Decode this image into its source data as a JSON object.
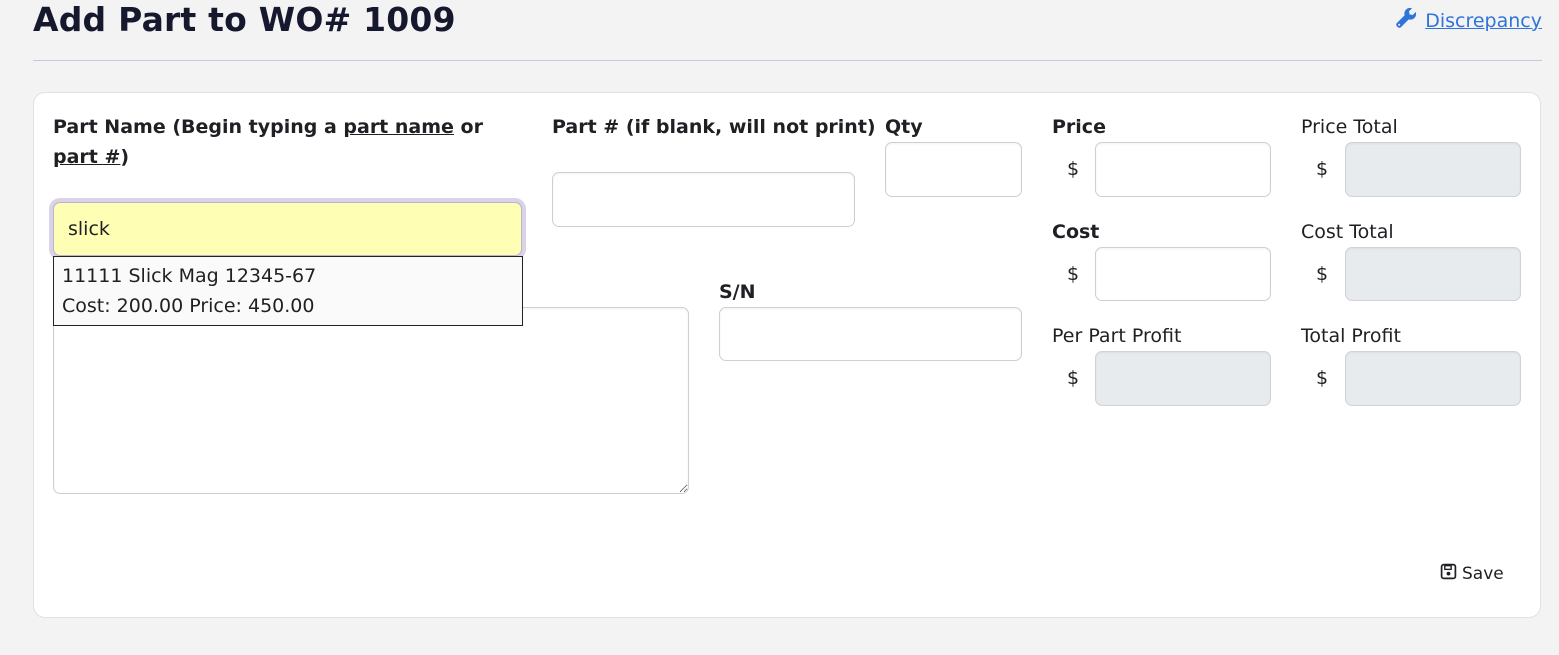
{
  "header": {
    "title": "Add Part to WO# 1009",
    "discrepancy_link": "Discrepancy"
  },
  "form": {
    "part_name": {
      "label_prefix": "Part Name (Begin typing a ",
      "label_link1": "part name",
      "label_mid": " or ",
      "label_link2": "part #",
      "label_suffix": ")",
      "value": "slick",
      "suggestion_line1": "11111 Slick Mag 12345-67",
      "suggestion_line2": "Cost: 200.00 Price: 450.00"
    },
    "part_number": {
      "label": "Part # (if blank, will not print)",
      "value": ""
    },
    "qty": {
      "label": "Qty",
      "value": ""
    },
    "sn": {
      "label": "S/N",
      "value": ""
    },
    "description": {
      "value": ""
    },
    "price": {
      "label": "Price",
      "currency": "$",
      "value": ""
    },
    "price_total": {
      "label": "Price Total",
      "currency": "$",
      "value": ""
    },
    "cost": {
      "label": "Cost",
      "currency": "$",
      "value": ""
    },
    "cost_total": {
      "label": "Cost Total",
      "currency": "$",
      "value": ""
    },
    "per_part_profit": {
      "label": "Per Part Profit",
      "currency": "$",
      "value": ""
    },
    "total_profit": {
      "label": "Total Profit",
      "currency": "$",
      "value": ""
    },
    "save_label": "Save"
  },
  "colors": {
    "link": "#2f74d9",
    "active_input_bg": "#feffb4",
    "readonly_bg": "#e8ebee",
    "page_bg": "#f3f3f3"
  },
  "icons": {
    "discrepancy": "wrench-icon",
    "save": "floppy-disk-icon"
  }
}
